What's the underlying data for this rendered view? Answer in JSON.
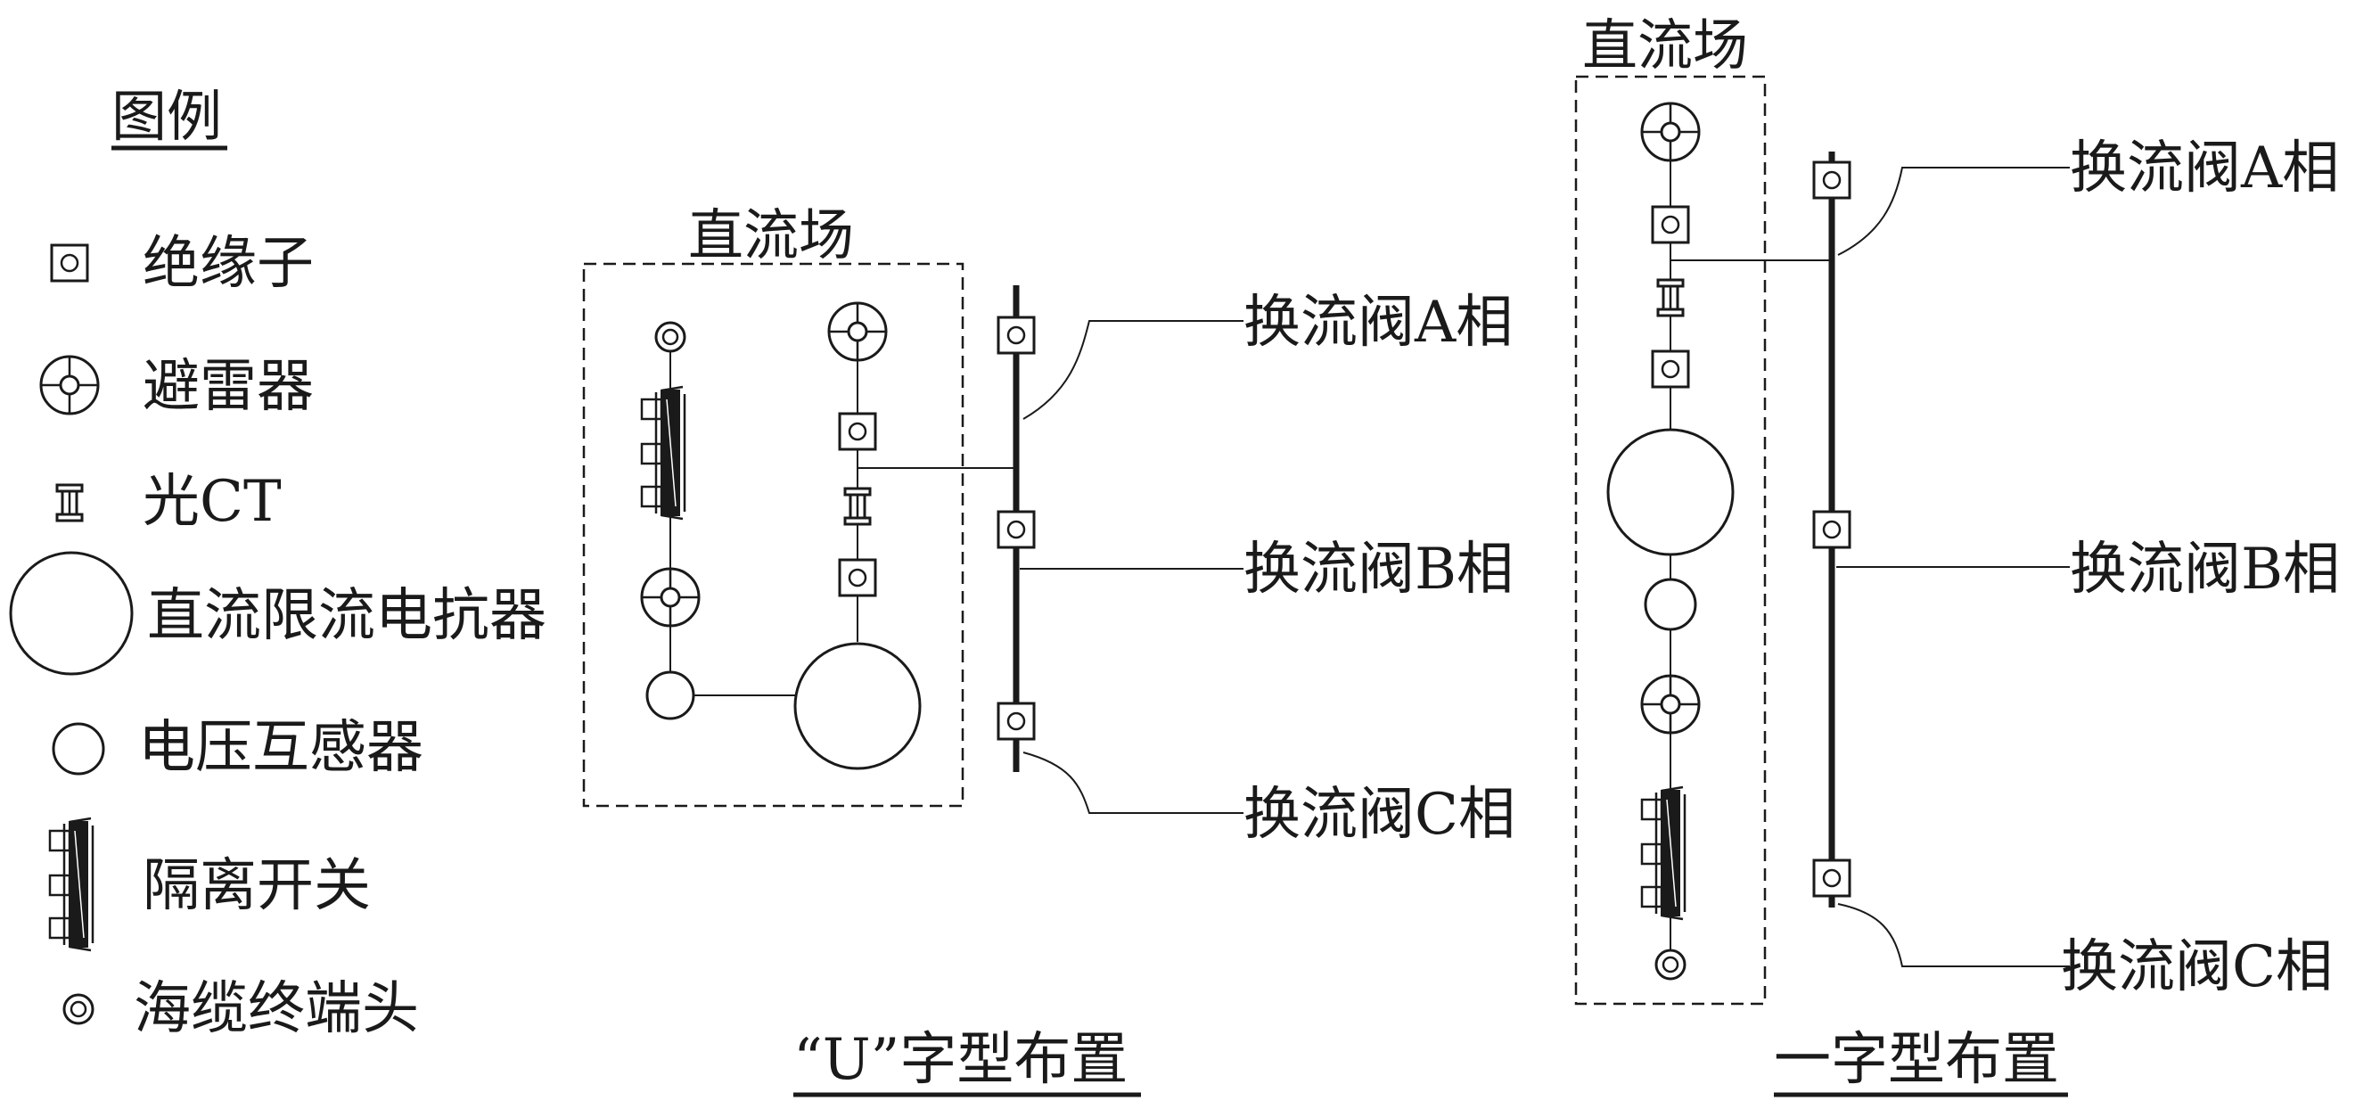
{
  "legend": {
    "title": "图例",
    "items": [
      {
        "icon": "insulator-icon",
        "label": "绝缘子"
      },
      {
        "icon": "surge-arrester-icon",
        "label": "避雷器"
      },
      {
        "icon": "optical-ct-icon",
        "label": "光CT"
      },
      {
        "icon": "dc-current-limiting-reactor-icon",
        "label": "直流限流电抗器"
      },
      {
        "icon": "voltage-transformer-icon",
        "label": "电压互感器"
      },
      {
        "icon": "disconnect-switch-icon",
        "label": "隔离开关"
      },
      {
        "icon": "cable-termination-icon",
        "label": "海缆终端头"
      }
    ]
  },
  "u_layout": {
    "yard_label": "直流场",
    "phase_labels": [
      "换流阀A相",
      "换流阀B相",
      "换流阀C相"
    ],
    "caption": "“U”字型布置"
  },
  "straight_layout": {
    "yard_label": "直流场",
    "phase_labels": [
      "换流阀A相",
      "换流阀B相",
      "换流阀C相"
    ],
    "caption": "一字型布置"
  }
}
